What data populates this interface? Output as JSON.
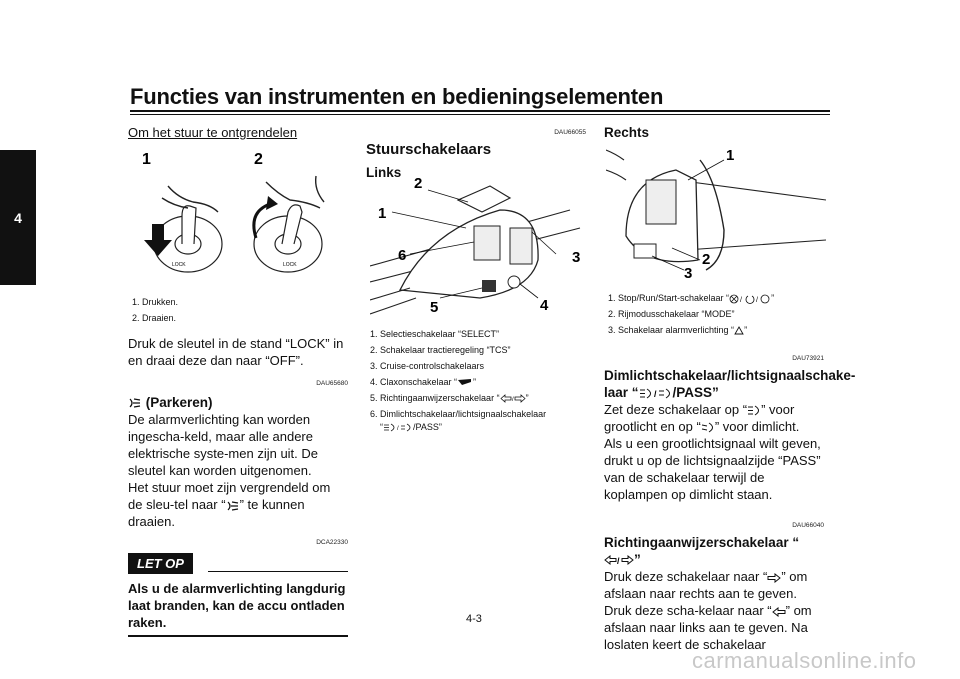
{
  "header": {
    "title": "Functies van instrumenten en bedieningselementen",
    "chapter_tab": "4"
  },
  "page_number": "4-3",
  "col1": {
    "heading": "Om het stuur te ontgrendelen",
    "fig_labels": [
      "1",
      "2"
    ],
    "fig_lock_text": "LOCK",
    "captions": [
      "1. Drukken.",
      "2. Draaien."
    ],
    "para1": "Druk de sleutel in de stand “LOCK” in en draai deze dan naar “OFF”.",
    "ref1": "DAU65680",
    "parking_heading": "(Parkeren)",
    "parking_text1": "De alarmverlichting kan worden ingescha-keld, maar alle andere elektrische syste-men zijn uit. De sleutel kan worden uitgenomen.",
    "parking_text2_pre": "Het stuur moet zijn vergrendeld om de sleu-tel naar “",
    "parking_text2_post": "” te kunnen draaien.",
    "ref2": "DCA22330",
    "letop_label": "LET OP",
    "warning_text": "Als u de alarmverlichting langdurig laat branden, kan de accu ontladen raken."
  },
  "col2": {
    "ref": "DAU66055",
    "heading": "Stuurschakelaars",
    "subheading": "Links",
    "fig_labels": [
      "1",
      "2",
      "3",
      "4",
      "5",
      "6"
    ],
    "captions": [
      "1. Selectieschakelaar “SELECT”",
      "2. Schakelaar tractieregeling “TCS”",
      "3. Cruise-controlschakelaars",
      "4. Claxonschakelaar “",
      "5. Richtingaanwijzerschakelaar “",
      "6. Dimlichtschakelaar/lichtsignaalschakelaar"
    ],
    "caption6_cont": "/PASS”",
    "caption_close": "”"
  },
  "col3": {
    "subheading": "Rechts",
    "fig_labels": [
      "1",
      "2",
      "3"
    ],
    "captions": [
      "1. Stop/Run/Start-schakelaar “",
      "2. Rijmodusschakelaar “MODE”",
      "3. Schakelaar alarmverlichting “"
    ],
    "caption_close": "”",
    "ref1": "DAU73921",
    "dim_heading_1": "Dimlichtschakelaar/lichtsignaalschake-",
    "dim_heading_2_pre": "laar “",
    "dim_heading_2_post": "/PASS”",
    "dim_text1_pre": "Zet deze schakelaar op “",
    "dim_text1_mid": "” voor grootlicht en op “",
    "dim_text1_post": "” voor dimlicht.",
    "dim_text2": "Als u een grootlichtsignaal wilt geven, drukt u op de lichtsignaalzijde “PASS” van de schakelaar terwijl de koplampen op dimlicht staan.",
    "ref2": "DAU66040",
    "turn_heading": "Richtingaanwijzerschakelaar “",
    "turn_text_a": "Druk deze schakelaar naar “",
    "turn_text_b": "” om afslaan naar rechts aan te geven. Druk deze scha-kelaar naar “",
    "turn_text_c": "” om afslaan naar links aan te geven. Na loslaten keert de schakelaar"
  },
  "footer": {
    "watermark": "carmanualsonline.info"
  }
}
